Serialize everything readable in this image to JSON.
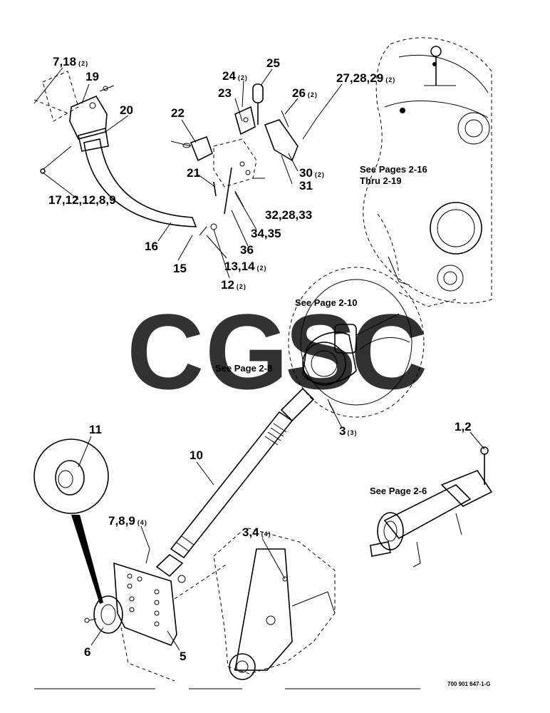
{
  "callouts": [
    {
      "id": "c-7-18",
      "num": "7,18",
      "qty": "(2)"
    },
    {
      "id": "c-19",
      "num": "19",
      "qty": ""
    },
    {
      "id": "c-20",
      "num": "20",
      "qty": ""
    },
    {
      "id": "c-22",
      "num": "22",
      "qty": ""
    },
    {
      "id": "c-24",
      "num": "24",
      "qty": "(2)"
    },
    {
      "id": "c-25",
      "num": "25",
      "qty": ""
    },
    {
      "id": "c-23",
      "num": "23",
      "qty": ""
    },
    {
      "id": "c-26",
      "num": "26",
      "qty": "(2)"
    },
    {
      "id": "c-27-28-29",
      "num": "27,28,29",
      "qty": "(2)"
    },
    {
      "id": "c-21",
      "num": "21",
      "qty": ""
    },
    {
      "id": "c-30",
      "num": "30",
      "qty": "(2)"
    },
    {
      "id": "c-31",
      "num": "31",
      "qty": ""
    },
    {
      "id": "c-17-12-12-8-9",
      "num": "17,12,12,8,9",
      "qty": ""
    },
    {
      "id": "c-32-28-33",
      "num": "32,28,33",
      "qty": ""
    },
    {
      "id": "c-34-35",
      "num": "34,35",
      "qty": ""
    },
    {
      "id": "c-16",
      "num": "16",
      "qty": ""
    },
    {
      "id": "c-36",
      "num": "36",
      "qty": ""
    },
    {
      "id": "c-15",
      "num": "15",
      "qty": ""
    },
    {
      "id": "c-13-14",
      "num": "13,14",
      "qty": "(2)"
    },
    {
      "id": "c-12",
      "num": "12",
      "qty": "(2)"
    },
    {
      "id": "c-3",
      "num": "3",
      "qty": "(3)"
    },
    {
      "id": "c-11",
      "num": "11",
      "qty": ""
    },
    {
      "id": "c-10",
      "num": "10",
      "qty": ""
    },
    {
      "id": "c-1-2",
      "num": "1,2",
      "qty": ""
    },
    {
      "id": "c-7-8-9",
      "num": "7,8,9",
      "qty": "(4)"
    },
    {
      "id": "c-3-4",
      "num": "3,4",
      "qty": "(4)"
    },
    {
      "id": "c-6",
      "num": "6",
      "qty": ""
    },
    {
      "id": "c-5",
      "num": "5",
      "qty": ""
    }
  ],
  "references": {
    "pages_2_16_line1": "See Pages 2-16",
    "pages_2_16_line2": "Thru 2-19",
    "page_2_10": "See Page 2-10",
    "page_2_8": "See Page 2-8",
    "page_2_6": "See Page 2-6"
  },
  "drawing_number": "700 901 647-1-G",
  "watermark": {
    "letters": [
      "C",
      "G",
      "S",
      "C"
    ],
    "colors": [
      "#7baaf7",
      "#f28b82",
      "#fdd663",
      "#81c995"
    ]
  }
}
